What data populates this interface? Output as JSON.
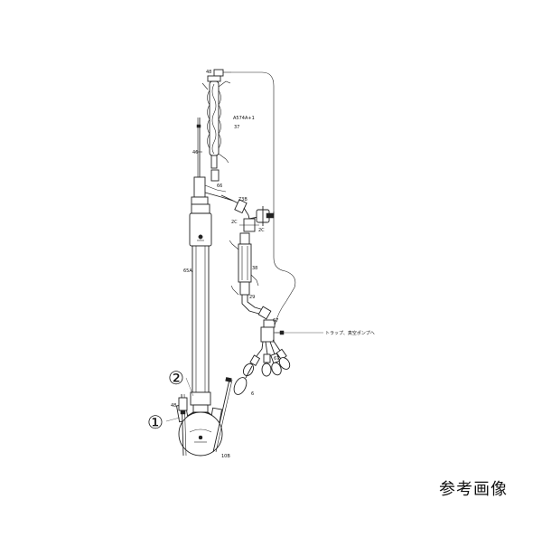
{
  "reference_label": "参考画像",
  "markers": {
    "one": "①",
    "two": "②"
  },
  "labels": {
    "l48_top": "48",
    "l_a574": "A574A+1",
    "l37": "37",
    "l46": "46",
    "l66": "66",
    "l73b": "73B",
    "l2c_left": "2C",
    "l2c_right": "2C",
    "l65a": "65A",
    "l38": "38",
    "l29": "29",
    "l67a": "67",
    "l_trap": "トラップ、真空ポンプへ",
    "l67b": "67",
    "l6": "6",
    "l48_bottom": "48",
    "l10b": "10B"
  }
}
